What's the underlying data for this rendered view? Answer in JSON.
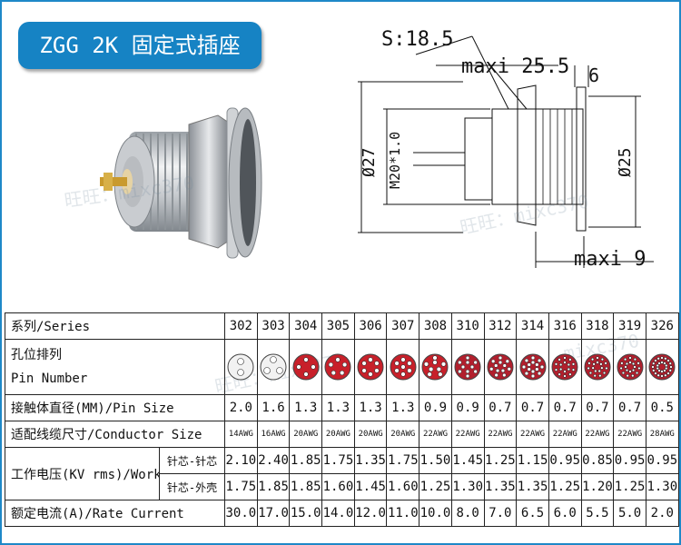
{
  "title": "ZGG 2K 固定式插座",
  "drawing": {
    "dim_s": "S:18.5",
    "dim_maxi_25": "maxi 25.5",
    "dim_6": "6",
    "dim_27": "Ø27",
    "dim_m20": "M20*1.0",
    "dim_25": "Ø25",
    "dim_maxi_9": "maxi 9"
  },
  "watermark": {
    "text1": "旺旺：mixc370",
    "text2": "旺旺：mixc370",
    "text3": "旺旺：mixc370",
    "text4": "mixc370"
  },
  "table": {
    "series_label": "系列/Series",
    "series": [
      "302",
      "303",
      "304",
      "305",
      "306",
      "307",
      "308",
      "310",
      "312",
      "314",
      "316",
      "318",
      "319",
      "326"
    ],
    "pin_label_cn": "孔位排列",
    "pin_label_en": "Pin Number",
    "pin_counts": [
      2,
      3,
      4,
      5,
      6,
      7,
      8,
      10,
      12,
      14,
      16,
      18,
      19,
      26
    ],
    "pin_size_label": "接触体直径(MM)/Pin Size",
    "pin_size": [
      "2.0",
      "1.6",
      "1.3",
      "1.3",
      "1.3",
      "1.3",
      "0.9",
      "0.9",
      "0.7",
      "0.7",
      "0.7",
      "0.7",
      "0.7",
      "0.5"
    ],
    "conductor_label": "适配线缆尺寸/Conductor Size",
    "conductor": [
      "14AWG",
      "16AWG",
      "20AWG",
      "20AWG",
      "20AWG",
      "20AWG",
      "22AWG",
      "22AWG",
      "22AWG",
      "22AWG",
      "22AWG",
      "22AWG",
      "22AWG",
      "28AWG"
    ],
    "voltage_label": "工作电压(KV rms)/Work",
    "voltage_sub1": "针芯-针芯",
    "voltage_sub2": "针芯-外壳",
    "voltage_pin_pin": [
      "2.10",
      "2.40",
      "1.85",
      "1.75",
      "1.35",
      "1.75",
      "1.50",
      "1.45",
      "1.25",
      "1.15",
      "0.95",
      "0.85",
      "0.95",
      "0.95"
    ],
    "voltage_pin_shell": [
      "1.75",
      "1.85",
      "1.85",
      "1.60",
      "1.45",
      "1.60",
      "1.25",
      "1.30",
      "1.35",
      "1.35",
      "1.25",
      "1.20",
      "1.25",
      "1.30"
    ],
    "current_label": "额定电流(A)/Rate Current",
    "current": [
      "30.0",
      "17.0",
      "15.0",
      "14.0",
      "12.0",
      "11.0",
      "10.0",
      "8.0",
      "7.0",
      "6.5",
      "6.0",
      "5.5",
      "5.0",
      "2.0"
    ]
  }
}
